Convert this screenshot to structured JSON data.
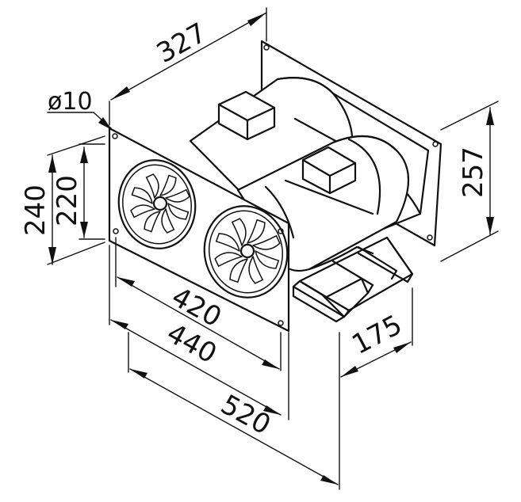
{
  "dimensions": {
    "top_width": "327",
    "hole_diameter": "ø10",
    "outer_height": "240",
    "inner_height": "220",
    "right_height": "257",
    "hole_spacing": "420",
    "plate_width": "440",
    "total_width": "520",
    "depth": "175"
  }
}
